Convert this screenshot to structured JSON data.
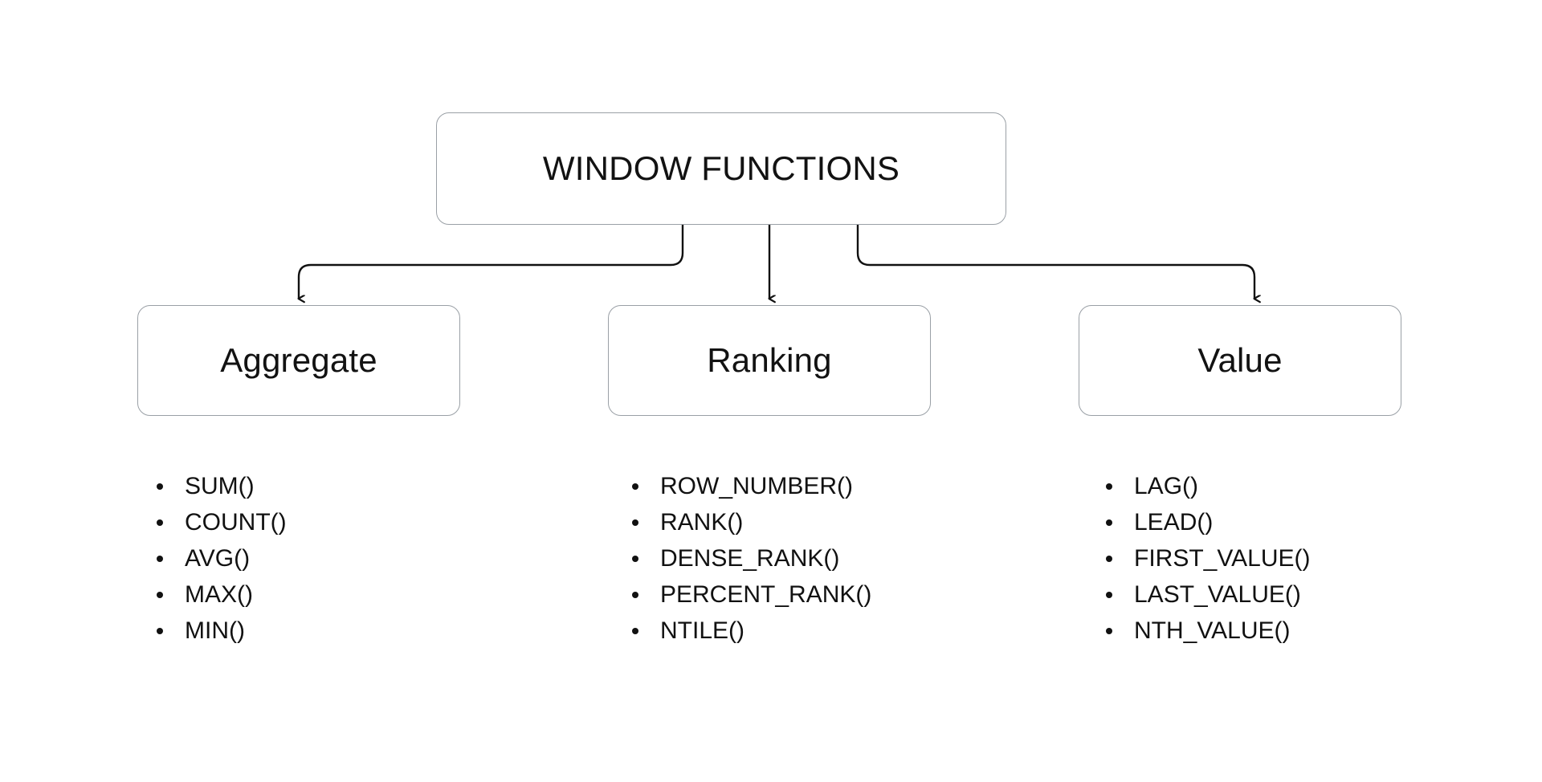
{
  "diagram": {
    "title": "WINDOW FUNCTIONS",
    "root": {
      "label": "WINDOW FUNCTIONS"
    },
    "branches": [
      {
        "id": "aggregate",
        "label": "Aggregate",
        "functions": [
          "SUM()",
          "COUNT()",
          "AVG()",
          "MAX()",
          "MIN()"
        ]
      },
      {
        "id": "ranking",
        "label": "Ranking",
        "functions": [
          "ROW_NUMBER()",
          "RANK()",
          "DENSE_RANK()",
          "PERCENT_RANK()",
          "NTILE()"
        ]
      },
      {
        "id": "value",
        "label": "Value",
        "functions": [
          "LAG()",
          "LEAD()",
          "FIRST_VALUE()",
          "LAST_VALUE()",
          "NTH_VALUE()"
        ]
      }
    ],
    "colors": {
      "background": "#ffffff",
      "box_border": "#9aa0a6",
      "text": "#111111",
      "connector": "#111111"
    }
  }
}
